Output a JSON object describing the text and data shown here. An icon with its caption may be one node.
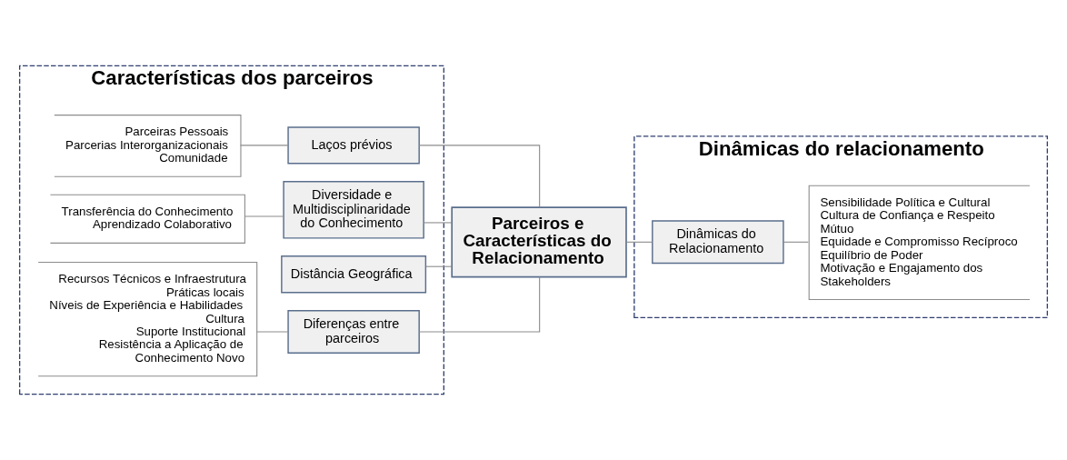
{
  "diagram": {
    "nodes": [
      {
        "text": [
          "Características dos parceiros"
        ]
      },
      {
        "text": [
          "Parceiras Pessoais",
          "Parcerias Interorganizacionais",
          "Comunidade"
        ],
        "in": 0
      },
      {
        "text": [
          "Laços prévios"
        ],
        "in": 0
      },
      {
        "text": [
          "Transferência do Conhecimento",
          "Aprendizado Colaborativo"
        ],
        "in": 0
      },
      {
        "text": [
          "Diversidade e Multidisciplinaridade do Conhecimento"
        ],
        "in": 0
      },
      {
        "text": [
          "Distância Geográfica"
        ],
        "in": 0
      },
      {
        "text": [
          "Recursos Técnicos e Infraestrutura",
          "Práticas locais",
          "Níveis de Experiência e Habilidades",
          "Cultura",
          "Suporte Institucional",
          "Resistência a Aplicação de Conhecimento Novo"
        ],
        "in": 0
      },
      {
        "text": [
          "Diferenças entre parceiros"
        ],
        "in": 0
      },
      {
        "text": [
          "Parceiros e Características do Relacionamento"
        ]
      },
      {
        "text": [
          "Dinâmicas do relacionamento"
        ]
      },
      {
        "text": [
          "Dinâmicas do Relacionamento"
        ],
        "in": 9
      },
      {
        "text": [
          "Sensibilidade Política e Cultural",
          "Cultura de Confiança e Respeito Mútuo",
          "Equidade e Compromisso Recíproco",
          "Equilíbrio de Poder",
          "Motivação e Engajamento dos Stakeholders"
        ],
        "in": 9
      }
    ],
    "edges": [
      {
        "from": 1,
        "to": 2,
        "arrow": "none"
      },
      {
        "from": 3,
        "to": 4,
        "arrow": "none"
      },
      {
        "from": 6,
        "to": 7,
        "arrow": "none"
      },
      {
        "from": 2,
        "to": 8,
        "arrow": "none"
      },
      {
        "from": 4,
        "to": 8,
        "arrow": "none"
      },
      {
        "from": 5,
        "to": 8,
        "arrow": "none"
      },
      {
        "from": 7,
        "to": 8,
        "arrow": "none"
      },
      {
        "from": 8,
        "to": 10,
        "arrow": "none"
      },
      {
        "from": 10,
        "to": 11,
        "arrow": "none"
      }
    ]
  }
}
